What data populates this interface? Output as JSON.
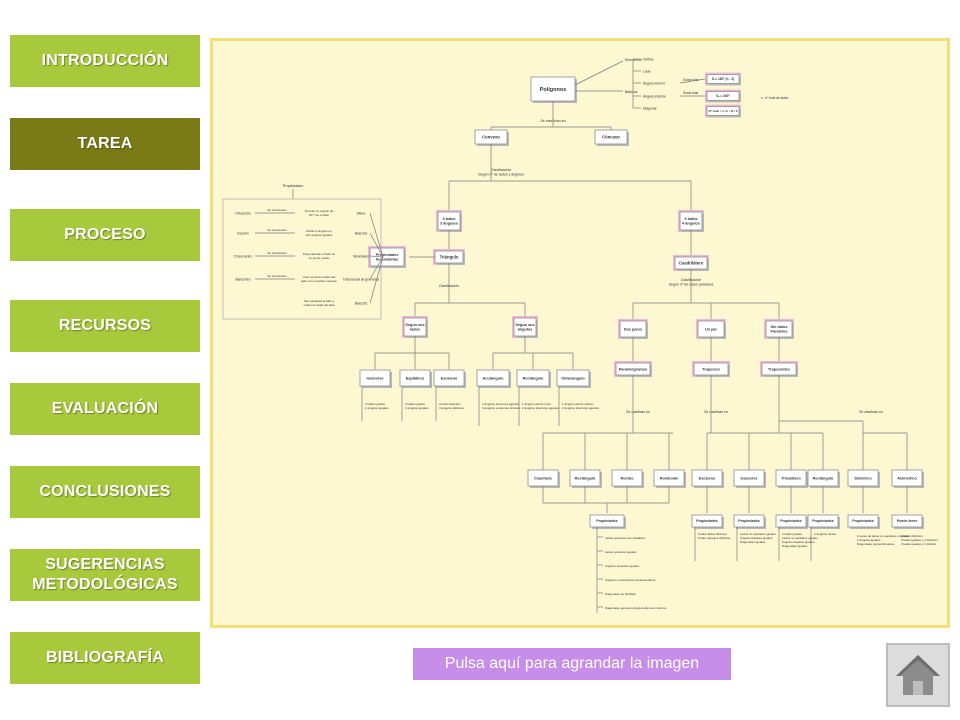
{
  "nav": {
    "items": [
      {
        "label": "INTRODUCCIÓN",
        "color": "#a7c93b"
      },
      {
        "label": "TAREA",
        "color": "#7a7a16",
        "active": true
      },
      {
        "label": "PROCESO",
        "color": "#a7c93b"
      },
      {
        "label": "RECURSOS",
        "color": "#a7c93b"
      },
      {
        "label": "EVALUACIÓN",
        "color": "#a7c93b"
      },
      {
        "label": "CONCLUSIONES",
        "color": "#a7c93b"
      },
      {
        "label": "SUGERENCIAS\nMETODOLÓGICAS",
        "color": "#a7c93b"
      },
      {
        "label": "BIBLIOGRAFÍA",
        "color": "#a7c93b"
      }
    ]
  },
  "concept_map": {
    "root": "Polígonos",
    "root_branches": [
      "Elementos",
      "Básicos"
    ],
    "elements": [
      "Vértice",
      "Lado",
      "Ángulo interior",
      "Ángulo exterior",
      "Diagonal"
    ],
    "formulas": [
      "Suma total",
      "Suma total",
      "Sᵢ = 180° (n - 2)",
      "Sₑ = 360°",
      "Nº total = n (n - 3) / 2",
      "n : nº total de lados"
    ],
    "classify_label": "Se clasifican en",
    "convex_types": [
      "Convexo",
      "Cóncavo"
    ],
    "classification_label": "Clasificación\nSegún nº de lados y ángulos",
    "triangle_group": "3 lados\n3 ángulos",
    "quad_group": "4 lados\n4 ángulos",
    "triangle": "Triángulo",
    "quadrilateral": "Cuadrilátero",
    "secondary_properties": "Propiedades\nSecundarias",
    "properties_label": "Propiedades",
    "points": [
      "Ortocentro",
      "Incentro",
      "Circuncentro",
      "Baricentro"
    ],
    "lines": [
      "Altura",
      "Bisectriz",
      "Simetrales",
      "Transversal de gravedad",
      "Bisectriz"
    ],
    "intersect_label": "Se intersectan",
    "line_descriptions": [
      "Forman un ángulo de 90° con el lado",
      "Divide el ángulo en dos ángulos iguales",
      "Perpendicular al lado en su punto medio",
      "Unen el punto medio del lado con el vértice opuesto",
      "Son paralelas al lado y miden la mitad del lado"
    ],
    "tri_class_label": "Clasificación",
    "by_sides": "Según sus\nlados",
    "by_angles": "Según sus\nángulos",
    "tri_sides": [
      "Isósceles",
      "Equilátero",
      "Escaleno"
    ],
    "tri_angles": [
      "Acutángulo",
      "Rectángulo",
      "Obtusángulo"
    ],
    "tri_side_props": [
      "2 lados iguales\n2 ángulos iguales",
      "3 lados iguales\n3 ángulos iguales",
      "3 lados distintos\n3 ángulos distintos"
    ],
    "tri_angle_props": [
      "3 ángulos interiores agudos\n3 ángulos exteriores obtusos",
      "1 ángulo interior recto\n2 ángulos interiores agudos",
      "1 ángulo interior obtuso\n2 ángulos interiores agudos"
    ],
    "quad_class_label": "Clasificación\nSegún nº de lados paralelos",
    "quad_parallel": [
      "Dos pares",
      "Un par",
      "Sin lados\nParalelos"
    ],
    "quad_types": [
      "Paralelógramos",
      "Trapecios",
      "Trapezoides"
    ],
    "para_types": [
      "Cuadrado",
      "Rectángulo",
      "Rombo",
      "Romboide"
    ],
    "trap_types": [
      "Escaleno",
      "Isósceles",
      "Trisolátero",
      "Rectángulo"
    ],
    "trapz_types": [
      "Simétrico",
      "Asimétrico"
    ],
    "props_box": "Propiedades",
    "para_props": [
      "Lados opuestos son paralelos",
      "Lados opuestos iguales",
      "Ángulos opuestos iguales",
      "Ángulos consecutivos suplementarios",
      "Diagonales se dimidian",
      "Diagonales generan ángulos alternos internos"
    ],
    "trap_props": [
      "Cuatro lados distintos\nCuatro ángulos distintos",
      "Lados no paralelos iguales\nÁngulos basales iguales\nDiagonales iguales",
      "3 lados iguales\nLados no paralelos iguales\nÁngulos basales iguales\nDiagonales iguales",
      "2 ángulos rectos"
    ],
    "trapz_props": [
      "2 pares de lados no paralelos e iguales\n2 ángulos iguales\nDiagonales perpendiculares",
      "4 lados distintos\n2 lados iguales y 2 distintos\n3 lados iguales y 1 distinto"
    ],
    "trapz_extra": "Puede tener"
  },
  "enlarge_button": {
    "label": "Pulsa aquí para agrandar la imagen"
  },
  "home_button": {
    "icon": "home-icon"
  },
  "colors": {
    "nav_green": "#a7c93b",
    "nav_active": "#7a7a16",
    "map_background": "#fdf8d2",
    "map_border": "#f1e07a",
    "box_pink": "#f0b8d8",
    "enlarge_purple": "#c68ee8"
  }
}
